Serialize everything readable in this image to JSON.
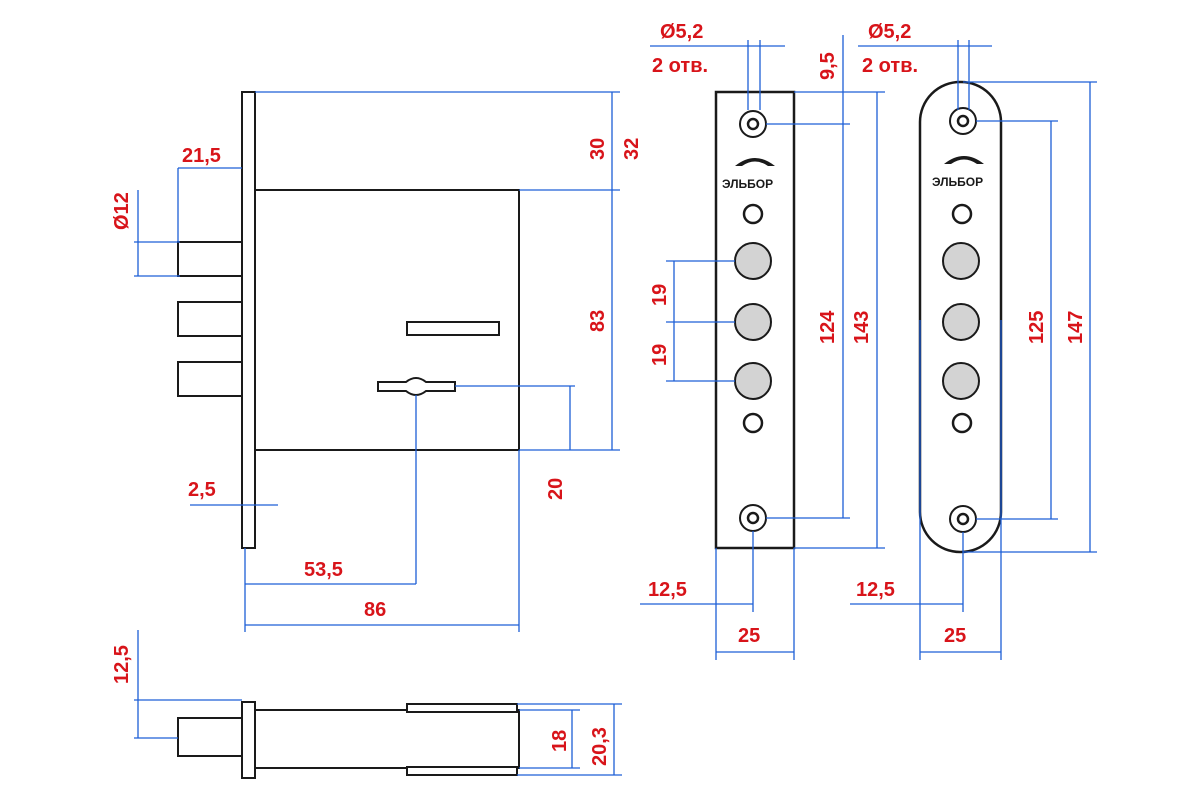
{
  "lock_body": {
    "dim_bolt_projection": "21,5",
    "dim_bolt_diameter": "Ø12",
    "dim_faceplate_thickness": "2,5",
    "dim_top_to_case": "30",
    "dim_top_to_case_total": "32",
    "dim_case_height": "83",
    "dim_keyhole_offset": "20",
    "dim_backset": "53,5",
    "dim_case_depth": "86"
  },
  "side_view": {
    "dim_bolt_offset": "12,5",
    "dim_case_thickness": "18",
    "dim_total_thickness": "20,3"
  },
  "strike_rect": {
    "hole_diameter": "Ø5,2",
    "hole_count": "2 отв.",
    "dim_top_offset": "9,5",
    "dim_bolt_pitch_1": "19",
    "dim_bolt_pitch_2": "19",
    "dim_hole_spacing": "124",
    "dim_length": "143",
    "dim_hole_center": "12,5",
    "dim_width": "25",
    "brand": "ЭЛЬБОР"
  },
  "strike_round": {
    "hole_diameter": "Ø5,2",
    "hole_count": "2 отв.",
    "dim_hole_spacing": "125",
    "dim_length": "147",
    "dim_hole_center": "12,5",
    "dim_width": "25",
    "brand": "ЭЛЬБОР"
  },
  "colors": {
    "dimension_text": "#d8141a",
    "dimension_line": "#1d5fd6",
    "outline": "#1a1a1a",
    "bolt_fill": "#d3d3d3"
  }
}
